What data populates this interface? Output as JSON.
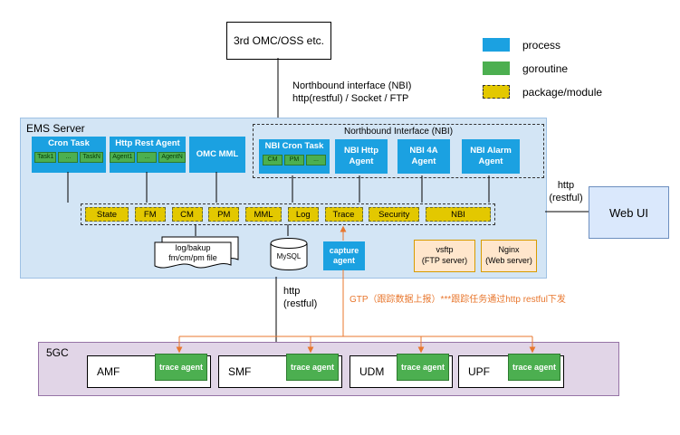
{
  "colors": {
    "process": "#1ba1e1",
    "goroutine": "#4caf50",
    "package": "#e3c800",
    "ems_bg": "#d3e5f5",
    "core_bg": "#e1d5e7",
    "server_box_bg": "#ffe6cc",
    "server_box_border": "#d79b00",
    "webui_bg": "#dae8fc",
    "webui_border": "#6c8ebf",
    "orange_link": "#e8772e"
  },
  "external_omc": {
    "label": "3rd OMC/OSS etc."
  },
  "nbi_interface_note": {
    "line1": "Northbound interface (NBI)",
    "line2": "http(restful) / Socket / FTP"
  },
  "legend": {
    "process": "process",
    "goroutine": "goroutine",
    "package": "package/module"
  },
  "ems": {
    "title": "EMS Server",
    "cron_task": {
      "title": "Cron Task",
      "tasks": [
        "Task1",
        "...",
        "TaskN"
      ]
    },
    "http_rest_agent": {
      "title": "Http Rest Agent",
      "agents": [
        "Agent1",
        "...",
        "AgentN"
      ]
    },
    "omc_mml": {
      "title": "OMC MML"
    },
    "nbi_group": {
      "title": "Northbound Interface (NBI)",
      "nbi_cron_task": {
        "title": "NBI Cron Task",
        "tasks": [
          "CM",
          "PM",
          "..."
        ]
      },
      "nbi_http_agent": "NBI Http Agent",
      "nbi_4a_agent": "NBI 4A Agent",
      "nbi_alarm_agent": "NBI Alarm Agent"
    },
    "modules": [
      "State",
      "FM",
      "CM",
      "PM",
      "MML",
      "Log",
      "Trace",
      "Security",
      "NBI"
    ],
    "log_file": {
      "line1": "log/bakup",
      "line2": "fm/cm/pm file"
    },
    "mysql": "MySQL",
    "capture_agent": "capture agent",
    "vsftp": {
      "line1": "vsftp",
      "line2": "(FTP server)"
    },
    "nginx": {
      "line1": "Nginx",
      "line2": "(Web server)"
    }
  },
  "webui": {
    "label": "Web UI",
    "link_line1": "http",
    "link_line2": "(restful)"
  },
  "south": {
    "link_line1": "http",
    "link_line2": "(restful)",
    "gtp_note": "GTP（跟踪数据上报）***跟踪任务通过http restful下发"
  },
  "core": {
    "title": "5GC",
    "nfs": [
      {
        "name": "AMF",
        "agent": "trace agent"
      },
      {
        "name": "SMF",
        "agent": "trace agent"
      },
      {
        "name": "UDM",
        "agent": "trace agent"
      },
      {
        "name": "UPF",
        "agent": "trace agent"
      }
    ]
  }
}
